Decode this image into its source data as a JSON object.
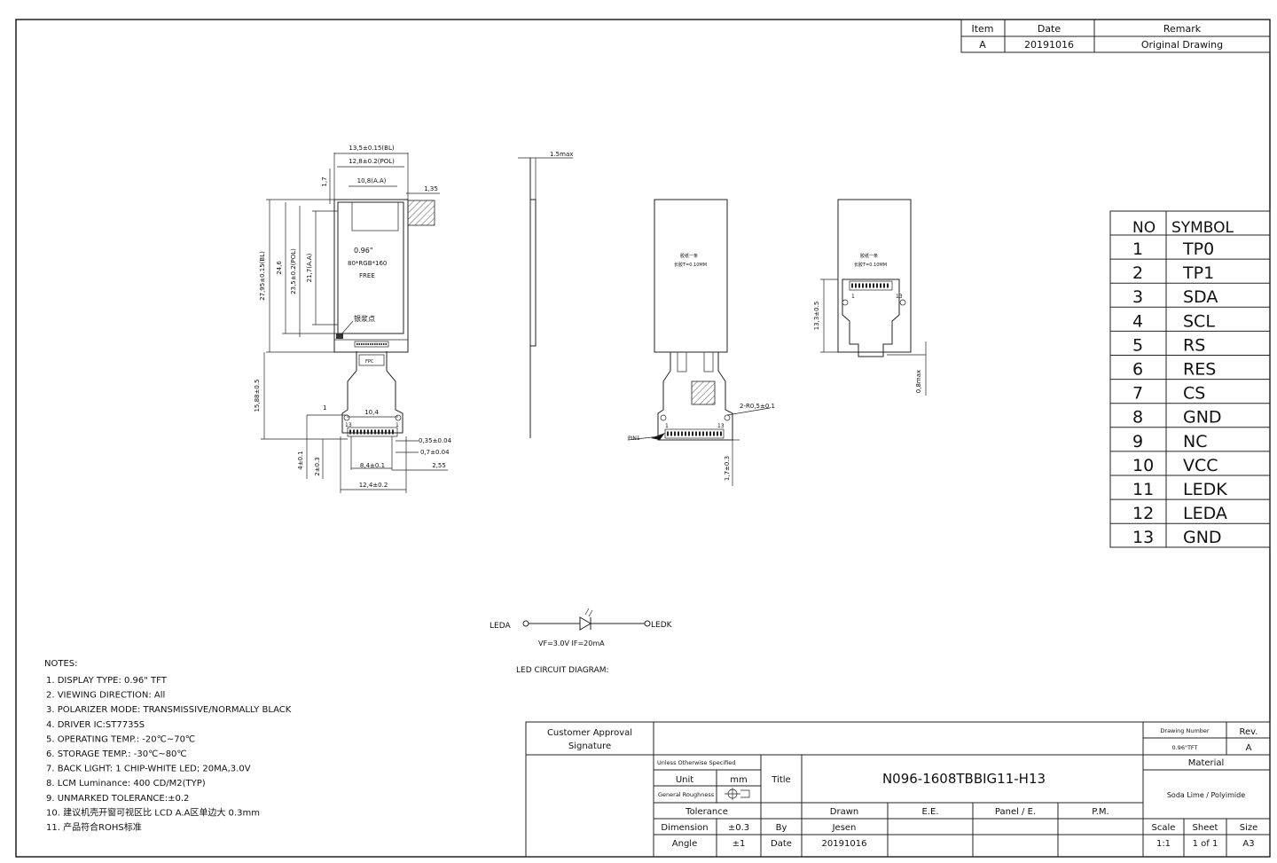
{
  "revision_table": {
    "headers": [
      "Item",
      "Date",
      "Remark"
    ],
    "rows": [
      [
        "A",
        "20191016",
        "Original Drawing"
      ]
    ]
  },
  "front_view": {
    "dim_width_bl": "13,5±0.15(BL)",
    "dim_width_pol": "12,8±0.2(POL)",
    "dim_width_aa": "10,8(A.A)",
    "dim_gap_1_35": "1,35",
    "dim_gap_1_7": "1,7",
    "dim_height_bl": "27,95±0.15(BL)",
    "dim_height_24_6": "24,6",
    "dim_height_pol": "23,5±0.2(POL)",
    "dim_height_aa": "21,7(A.A)",
    "panel_text": [
      "0.96\"",
      "80*RGB*160",
      "FREE"
    ],
    "mark_label": "银浆点",
    "fpc_label": "FPC",
    "dim_fpc_length": "15,88±0.5",
    "dim_1": "1",
    "dim_10_4": "10,4",
    "pin13": "13",
    "pin1": "1",
    "dim_0_35": "0,35±0.04",
    "dim_0_7": "0,7±0.04",
    "dim_8_4": "8,4±0.1",
    "dim_2_55": "2,55",
    "dim_4": "4±0.1",
    "dim_2": "2±0.3",
    "dim_12_4": "12,4±0.2"
  },
  "side_view": {
    "dim_thickness": "1.5max"
  },
  "back_view": {
    "label_line1": "胶纸一条",
    "label_line2": "长胶T=0.10MM",
    "dim_radius": "2-R0,5±0.1",
    "pin1": "1",
    "pin13": "13",
    "pin1_label": "PIN1",
    "dim_1_7": "1,7±0.3"
  },
  "bent_view": {
    "label_line1": "胶纸一条",
    "label_line2": "长胶T=0.10MM",
    "dim_13_3": "13,3±0.5",
    "dim_0_8": "0,8max",
    "pin1": "1",
    "pin13": "13"
  },
  "pin_table": {
    "headers": [
      "NO",
      "SYMBOL"
    ],
    "rows": [
      [
        "1",
        "TP0"
      ],
      [
        "2",
        "TP1"
      ],
      [
        "3",
        "SDA"
      ],
      [
        "4",
        "SCL"
      ],
      [
        "5",
        "RS"
      ],
      [
        "6",
        "RES"
      ],
      [
        "7",
        "CS"
      ],
      [
        "8",
        "GND"
      ],
      [
        "9",
        "NC"
      ],
      [
        "10",
        "VCC"
      ],
      [
        "11",
        "LEDK"
      ],
      [
        "12",
        "LEDA"
      ],
      [
        "13",
        "GND"
      ]
    ]
  },
  "led_circuit": {
    "leda": "LEDA",
    "ledk": "LEDK",
    "params": "VF=3.0V  IF=20mA",
    "caption": "LED CIRCUIT DIAGRAM:"
  },
  "notes": {
    "heading": "NOTES:",
    "items": [
      "1. DISPLAY TYPE:   0.96\" TFT",
      "2. VIEWING DIRECTION:  All",
      "3. POLARIZER MODE:   TRANSMISSIVE/NORMALLY BLACK",
      "4. DRIVER IC:ST7735S",
      "5. OPERATING TEMP.:   -20℃~70℃",
      "6. STORAGE TEMP.:   -30℃~80℃",
      "7. BACK LIGHT: 1 CHIP-WHITE LED; 20MA,3.0V",
      "8. LCM Luminance:  400 CD/M2(TYP)",
      "9. UNMARKED TOLERANCE:±0.2",
      "10. 建议机壳开窗可视区比 LCD A.A区单边大 0.3mm",
      "11. 产品符合ROHS标准"
    ]
  },
  "title_block": {
    "customer_approval": [
      "Customer Approval",
      "Signature"
    ],
    "unless_specified": "Unless Otherwise Specified",
    "unit_label": "Unit",
    "unit_value": "mm",
    "general_roughness": "General Roughness",
    "tolerance": "Tolerance",
    "dimension_label": "Dimension",
    "dimension_value": "±0.3",
    "angle_label": "Angle",
    "angle_value": "±1",
    "title_label": "Title",
    "title_value": "N096-1608TBBIG11-H13",
    "by_label": "By",
    "date_label": "Date",
    "drawn_label": "Drawn",
    "drawn_value": "Jesen",
    "date_value": "20191016",
    "ee_label": "E.E.",
    "panel_label": "Panel / E.",
    "pm_label": "P.M.",
    "drawing_number_label": "Drawing Number",
    "drawing_number_value": "0.96\"TFT",
    "rev_label": "Rev.",
    "rev_value": "A",
    "material_label": "Material",
    "material_value": "Soda Lime / Polyimide",
    "scale_label": "Scale",
    "scale_value": "1:1",
    "sheet_label": "Sheet",
    "sheet_value": "1 of 1",
    "size_label": "Size",
    "size_value": "A3"
  }
}
